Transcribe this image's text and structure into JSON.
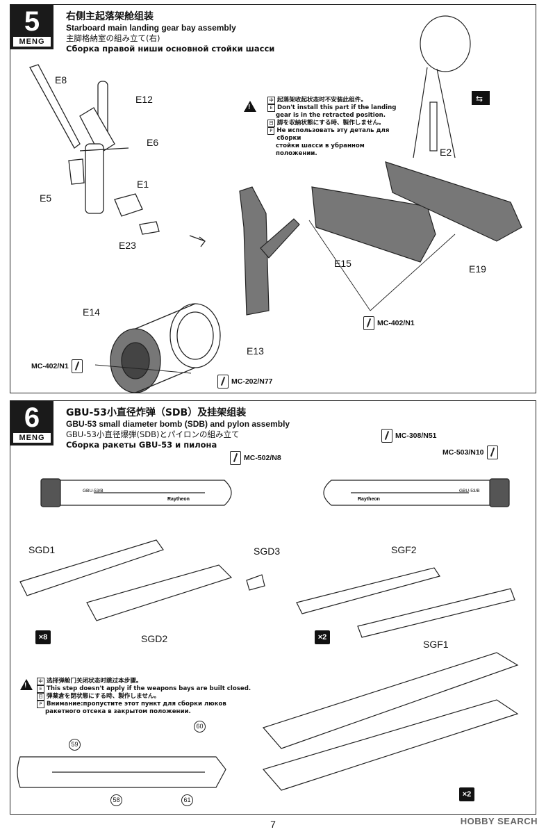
{
  "step5": {
    "number": "5",
    "brand": "MENG",
    "title_cn": "右侧主起落架舱组装",
    "title_en": "Starboard main landing gear bay assembly",
    "title_jp": "主脚格納室の組み立て(右)",
    "title_ru": "Сборка правой ниши основной стойки шасси",
    "parts": [
      "E8",
      "E12",
      "E6",
      "E5",
      "E1",
      "E23",
      "E14",
      "E13",
      "E15",
      "E19",
      "E2"
    ],
    "note": {
      "cn": "起落架收起状态时不安装此组件。",
      "en1": "Don't install this part if the landing",
      "en2": "gear is in the retracted position.",
      "jp": "脚を収納状態にする時、製作しません。",
      "ru1": "Не использовать эту деталь для сборки",
      "ru2": "стойки шасси в убранном положении."
    },
    "paints": [
      "MC-402/N1",
      "MC-402/N1",
      "MC-202/N77"
    ]
  },
  "step6": {
    "number": "6",
    "brand": "MENG",
    "title_cn": "GBU-53小直径炸弹（SDB）及挂架组装",
    "title_en": "GBU-53 small diameter bomb (SDB) and pylon assembly",
    "title_jp": "GBU-53小直径爆弾(SDB)とパイロンの組み立て",
    "title_ru": "Сборка ракеты GBU-53 и пилона",
    "paints": [
      "MC-502/N8",
      "MC-308/N51",
      "MC-503/N10"
    ],
    "parts": [
      "SGD1",
      "SGD3",
      "SGD2",
      "SGF2",
      "SGF1"
    ],
    "multipliers": [
      "×8",
      "×2",
      "×2"
    ],
    "callouts": [
      "59",
      "60",
      "58",
      "61"
    ],
    "bomb_markings": [
      "GBU-53/B",
      "Raytheon"
    ],
    "note": {
      "cn": "选择弹舱门关闭状态时跳过本步骤。",
      "en": "This step doesn't apply if the weapons bays are built closed.",
      "jp": "弾薬倉を閉状態にする時、製作しません。",
      "ru1": "Внимание:пропустите этот пункт для сборки люков",
      "ru2": "ракетного отсека в закрытом положении."
    }
  },
  "footer": {
    "page_number": "7",
    "watermark": "HOBBY SEARCH"
  }
}
